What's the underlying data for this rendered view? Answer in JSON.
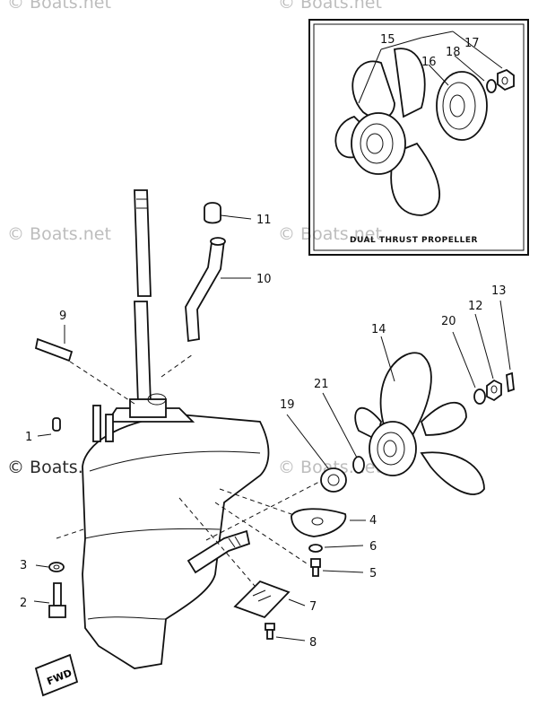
{
  "watermarks": {
    "top_left": "© Boats.net",
    "top_right": "© Boats.net",
    "mid_left": "© Boats.net",
    "mid_right": "© Boats.net",
    "lower_left": "© Boats.net",
    "lower_right": "© Boats.net"
  },
  "inset": {
    "caption": "DUAL THRUST PROPELLER",
    "labels": [
      "15",
      "16",
      "18",
      "17"
    ]
  },
  "callouts": [
    "1",
    "2",
    "3",
    "4",
    "5",
    "6",
    "7",
    "8",
    "9",
    "10",
    "11",
    "12",
    "13",
    "14",
    "19",
    "20",
    "21"
  ],
  "fwd_tag": "FWD"
}
